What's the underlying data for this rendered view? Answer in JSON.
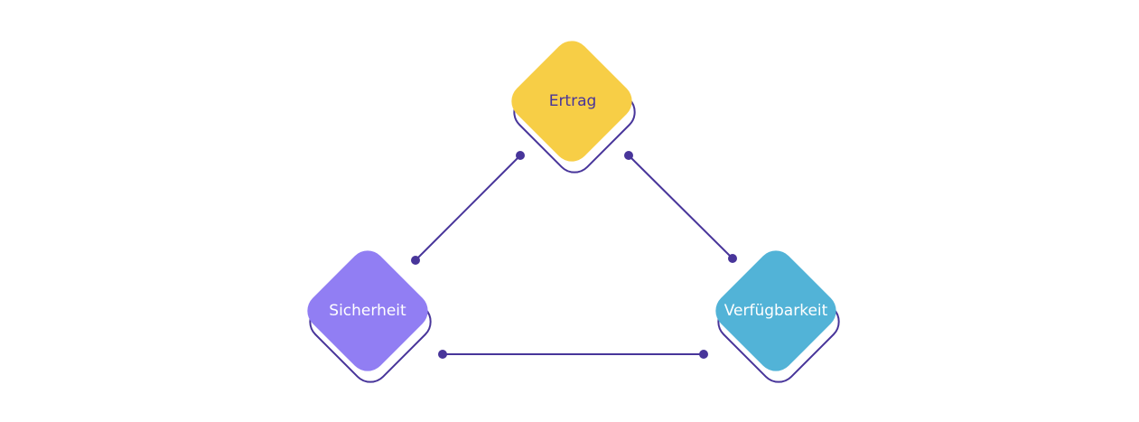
{
  "nodes": [
    {
      "id": "ertrag",
      "label": "Ertrag",
      "fill": "#F7CE46",
      "text_color": "#48359A"
    },
    {
      "id": "sicherheit",
      "label": "Sicherheit",
      "fill": "#917EF3",
      "text_color": "#FFFFFF"
    },
    {
      "id": "verfuegbarkeit",
      "label": "Verfügbarkeit",
      "fill": "#52B3D7",
      "text_color": "#FFFFFF"
    }
  ],
  "colors": {
    "outline": "#48359A",
    "connector": "#48359A",
    "background": "#FFFFFF"
  }
}
